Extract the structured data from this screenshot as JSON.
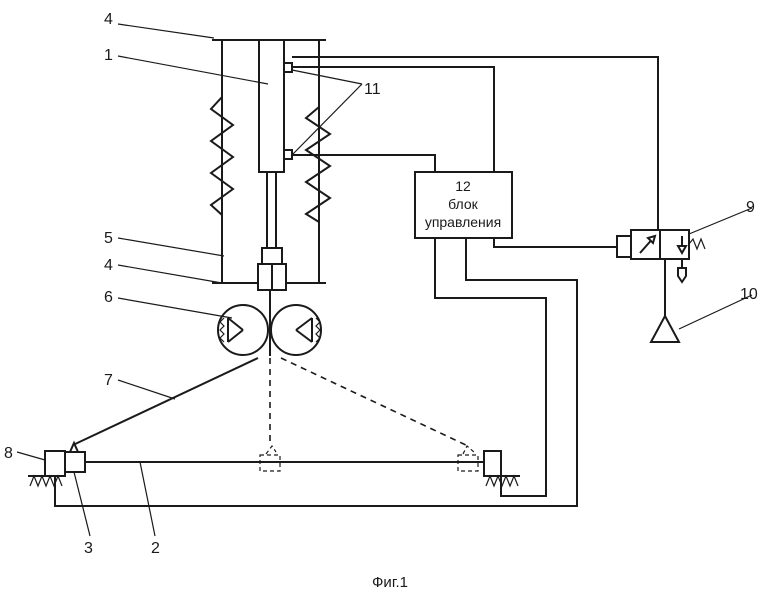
{
  "labels": {
    "n1": "1",
    "n2": "2",
    "n3": "3",
    "n4_top": "4",
    "n4_bottom": "4",
    "n5": "5",
    "n6": "6",
    "n7": "7",
    "n8": "8",
    "n9": "9",
    "n10": "10",
    "n11": "11"
  },
  "control_block": {
    "number": "12",
    "line1": "блок",
    "line2": "управления"
  },
  "caption": "Фиг.1"
}
